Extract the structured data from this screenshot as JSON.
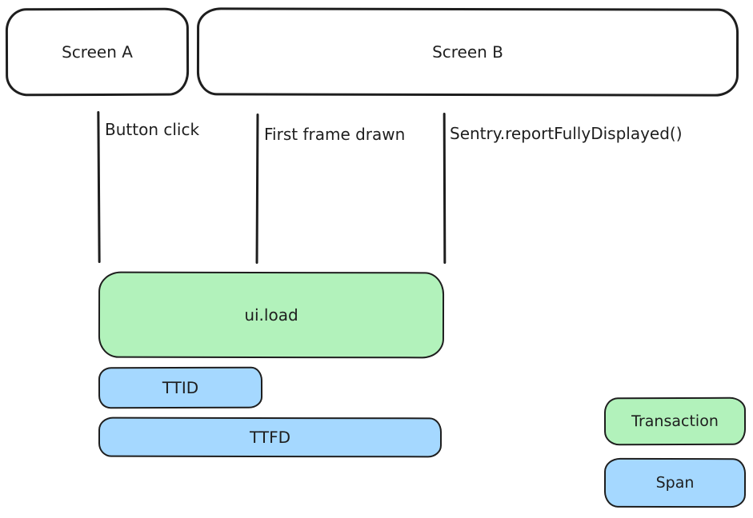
{
  "colors": {
    "stroke": "#1e1e1e",
    "green": "#b2f2bb",
    "blue": "#a5d8ff",
    "background": "#ffffff"
  },
  "screens": [
    {
      "label": "Screen A"
    },
    {
      "label": "Screen B"
    }
  ],
  "events": [
    {
      "label": "Button click"
    },
    {
      "label": "First frame drawn"
    },
    {
      "label": "Sentry.reportFullyDisplayed()"
    }
  ],
  "bars": [
    {
      "label": "ui.load",
      "kind": "transaction"
    },
    {
      "label": "TTID",
      "kind": "span"
    },
    {
      "label": "TTFD",
      "kind": "span"
    }
  ],
  "legend": [
    {
      "label": "Transaction",
      "kind": "transaction"
    },
    {
      "label": "Span",
      "kind": "span"
    }
  ]
}
